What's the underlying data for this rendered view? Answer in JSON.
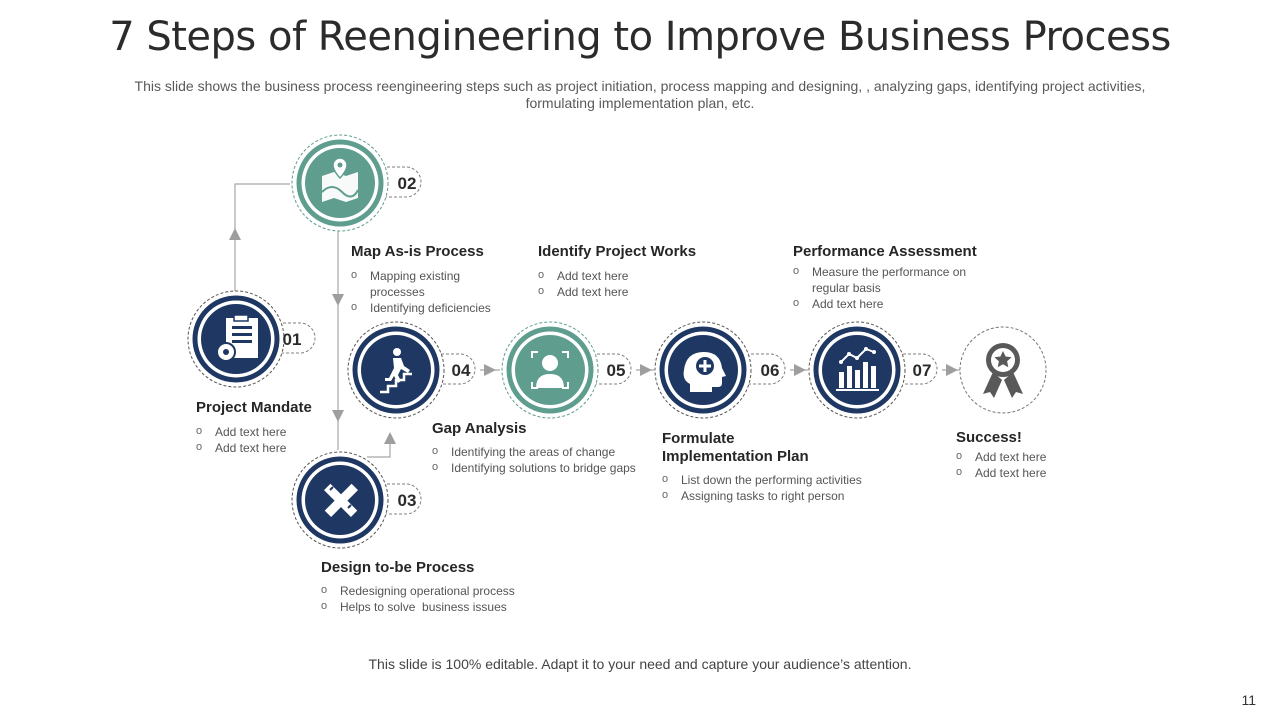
{
  "title": "7 Steps of Reengineering to Improve Business Process",
  "subtitle": "This slide shows the business process reengineering steps such as project initiation, process mapping and designing, , analyzing gaps, identifying project activities, formulating implementation plan, etc.",
  "footer": "This slide is 100% editable. Adapt it to your need and capture your audience’s attention.",
  "page_number": "11",
  "colors": {
    "navy": "#1f3863",
    "teal": "#5f9e8f",
    "gray": "#595959",
    "line": "#a6a6a6"
  },
  "steps": [
    {
      "number": "01",
      "heading": "Project Mandate",
      "icon": "document-gear-icon",
      "bullets": [
        "Add text here",
        "Add text here"
      ]
    },
    {
      "number": "02",
      "heading": "Map As-is Process",
      "icon": "map-pin-icon",
      "bullets": [
        "Mapping existing processes",
        "Identifying deficiencies"
      ]
    },
    {
      "number": "03",
      "heading": "Design to-be Process",
      "icon": "pencil-ruler-icon",
      "bullets": [
        "Redesigning operational process",
        "Helps to solve  business issues"
      ]
    },
    {
      "number": "04",
      "heading": "Gap Analysis",
      "icon": "stairs-climb-icon",
      "bullets": [
        "Identifying the areas of change",
        "Identifying solutions to bridge gaps"
      ]
    },
    {
      "number": "05",
      "heading": "Identify Project Works",
      "icon": "face-scan-icon",
      "bullets": [
        "Add text here",
        "Add text here"
      ]
    },
    {
      "number": "06",
      "heading": "Formulate Implementation Plan",
      "icon": "head-plus-icon",
      "bullets": [
        "List down the performing activities",
        "Assigning tasks to right person"
      ]
    },
    {
      "number": "07",
      "heading": "Performance Assessment",
      "icon": "bar-chart-icon",
      "bullets": [
        "Measure the performance  on regular basis",
        "Add text here"
      ]
    }
  ],
  "final": {
    "heading": "Success!",
    "icon": "award-ribbon-icon",
    "bullets": [
      "Add text here",
      "Add text here"
    ]
  }
}
